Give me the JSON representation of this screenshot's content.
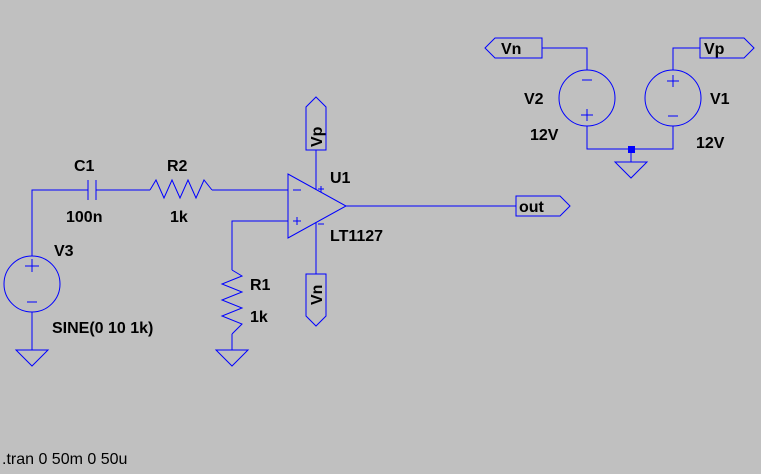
{
  "colors": {
    "background": "#c0c0c0",
    "wire": "#0000ff",
    "junction": "#0000ff",
    "text": "#000000"
  },
  "components": {
    "c1": {
      "name": "C1",
      "value": "100n"
    },
    "r2": {
      "name": "R2",
      "value": "1k"
    },
    "r1": {
      "name": "R1",
      "value": "1k"
    },
    "u1": {
      "name": "U1",
      "value": "LT1127"
    },
    "v3": {
      "name": "V3",
      "value": "SINE(0 10 1k)"
    },
    "v2": {
      "name": "V2",
      "value": "12V"
    },
    "v1": {
      "name": "V1",
      "value": "12V"
    }
  },
  "net_labels": {
    "vn_top": "Vn",
    "vp_top": "Vp",
    "vp_opamp": "Vp",
    "vn_opamp": "Vn",
    "out": "out"
  },
  "directive": ".tran 0 50m 0 50u"
}
